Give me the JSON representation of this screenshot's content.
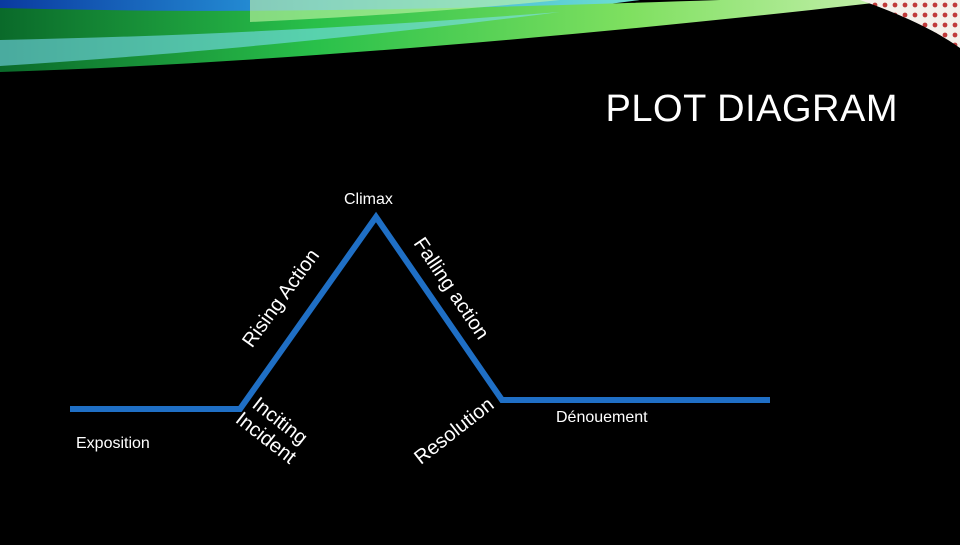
{
  "slide": {
    "title": "PLOT DIAGRAM"
  },
  "diagram": {
    "line_color": "#1f6fc5",
    "labels": {
      "exposition": "Exposition",
      "inciting_line1": "Inciting",
      "inciting_line2": "Incident",
      "rising": "Rising Action",
      "climax": "Climax",
      "falling": "Falling action",
      "resolution": "Resolution",
      "denouement": "Dénouement"
    }
  }
}
